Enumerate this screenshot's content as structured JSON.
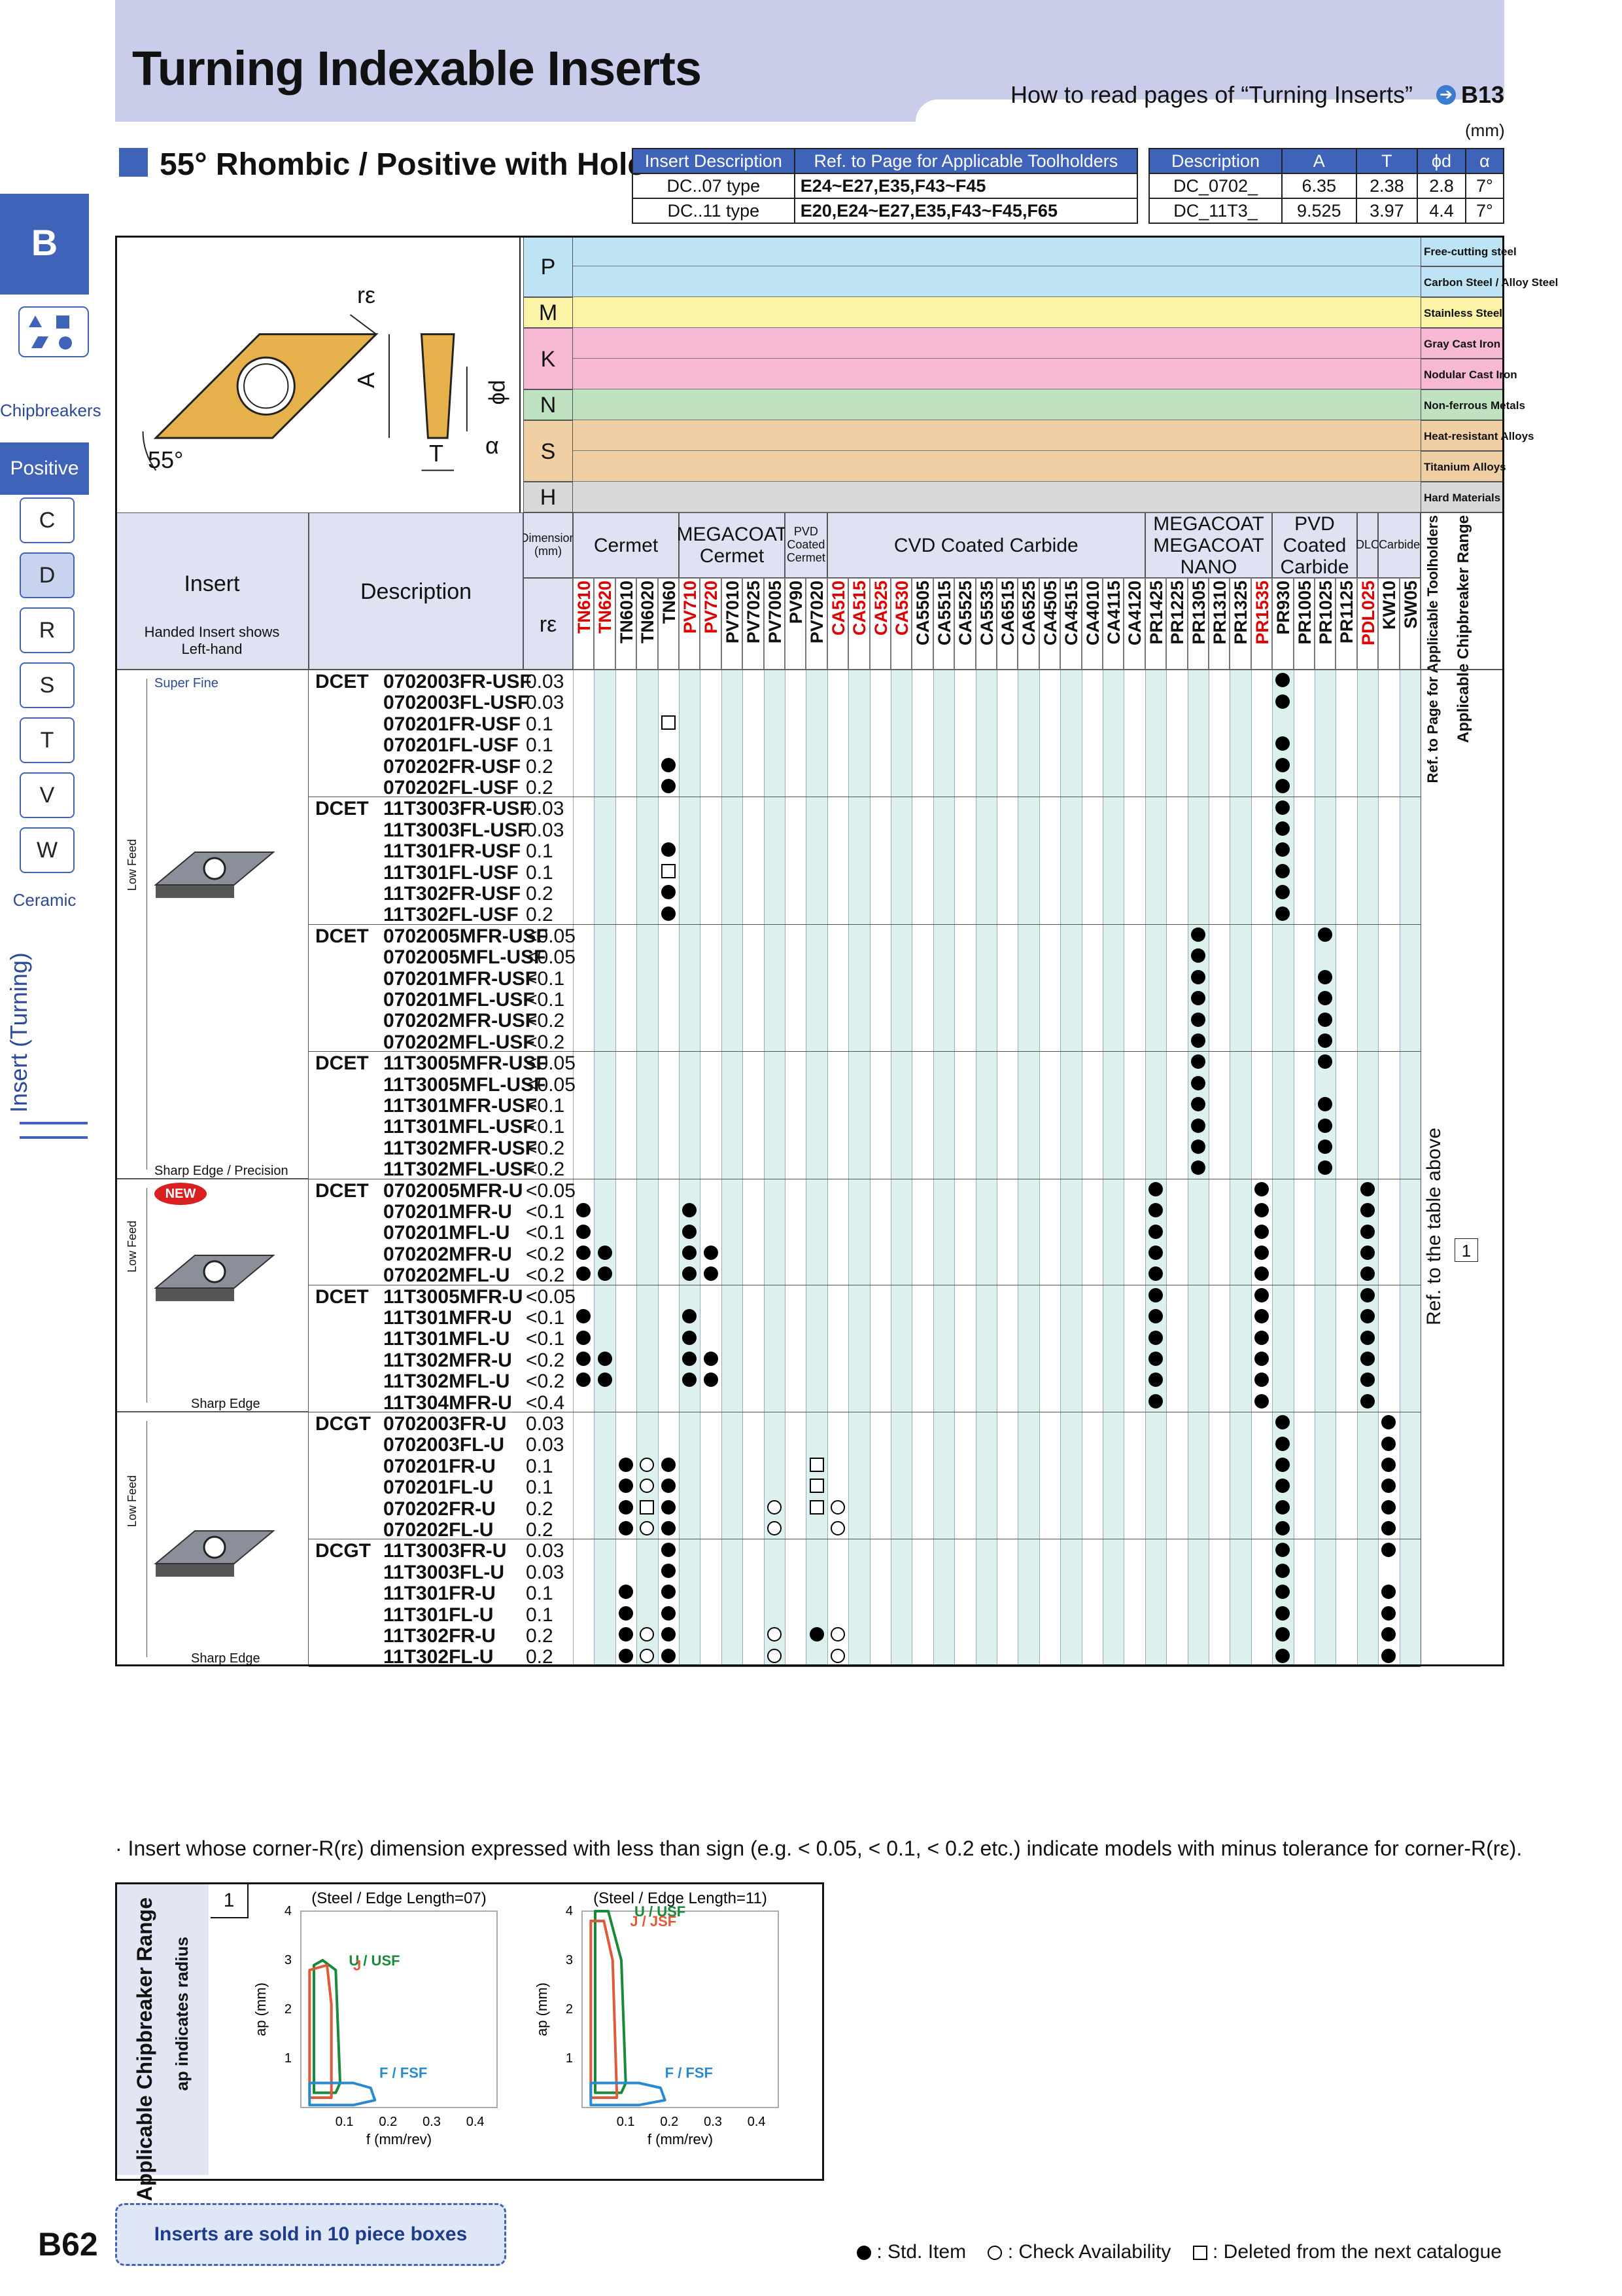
{
  "page": {
    "title": "Turning Indexable Inserts",
    "howto": "How to read pages of “Turning Inserts”",
    "howto_ref": "B13",
    "unit": "(mm)",
    "section_title": "55° Rhombic / Positive with Hole",
    "page_number": "B62",
    "note": "· Insert whose corner-R(rε) dimension expressed with less than sign (e.g. < 0.05, < 0.1, < 0.2 etc.) indicate models with minus tolerance for corner-R(rε).",
    "box_note": "Inserts are sold in 10 piece boxes",
    "legend_std": ": Std. Item",
    "legend_chk": ": Check Availability",
    "legend_del": ": Deleted from the next catalogue"
  },
  "sidebar": {
    "tab": "B",
    "chipbreakers": "Chipbreakers",
    "positive": "Positive",
    "shapes": [
      "C",
      "D",
      "R",
      "S",
      "T",
      "V",
      "W"
    ],
    "ceramic": "Ceramic",
    "vertical": "Insert (Turning)"
  },
  "toolholder_table": {
    "headers": [
      "Insert Description",
      "Ref. to Page for Applicable Toolholders"
    ],
    "rows": [
      {
        "desc": "DC..07 type",
        "ref": "E24~E27,E35,F43~F45"
      },
      {
        "desc": "DC..11 type",
        "ref": "E20,E24~E27,E35,F43~F45,F65"
      }
    ]
  },
  "dim_table": {
    "headers": [
      "Description",
      "A",
      "T",
      "ϕd",
      "α"
    ],
    "rows": [
      [
        "DC_0702_",
        "6.35",
        "2.38",
        "2.8",
        "7°"
      ],
      [
        "DC_11T3_",
        "9.525",
        "3.97",
        "4.4",
        "7°"
      ]
    ]
  },
  "diagram": {
    "angle": "55°",
    "labels": [
      "rε",
      "A",
      "ϕd",
      "T",
      "α"
    ]
  },
  "materials": [
    {
      "code": "P",
      "color": "#bde3f5",
      "rows": [
        "Free-cutting steel",
        "Carbon Steel / Alloy Steel"
      ]
    },
    {
      "code": "M",
      "color": "#fbf4a6",
      "rows": [
        "Stainless Steel"
      ]
    },
    {
      "code": "K",
      "color": "#f6b8d3",
      "rows": [
        "Gray Cast Iron",
        "Nodular Cast Iron"
      ]
    },
    {
      "code": "N",
      "color": "#bfe2c0",
      "rows": [
        "Non-ferrous Metals"
      ]
    },
    {
      "code": "S",
      "color": "#f1cfa4",
      "rows": [
        "Heat-resistant Alloys",
        "Titanium Alloys"
      ]
    },
    {
      "code": "H",
      "color": "#d8d8d8",
      "rows": [
        "Hard Materials"
      ]
    }
  ],
  "groups": [
    {
      "label": "Dimension (mm)",
      "cols": 1
    },
    {
      "label": "Cermet",
      "cols": 5
    },
    {
      "label": "MEGACOAT Cermet",
      "cols": 5
    },
    {
      "label": "PVD Coated Cermet",
      "cols": 2
    },
    {
      "label": "CVD Coated Carbide",
      "cols": 15
    },
    {
      "label": "MEGACOAT MEGACOAT NANO",
      "cols": 6
    },
    {
      "label": "PVD Coated Carbide",
      "cols": 4
    },
    {
      "label": "DLC",
      "cols": 1
    },
    {
      "label": "Carbide",
      "cols": 2
    }
  ],
  "grades": [
    "TN610",
    "TN620",
    "TN6010",
    "TN6020",
    "TN60",
    "PV710",
    "PV720",
    "PV7010",
    "PV7025",
    "PV7005",
    "PV90",
    "PV7020",
    "CA510",
    "CA515",
    "CA525",
    "CA530",
    "CA5505",
    "CA5515",
    "CA5525",
    "CA5535",
    "CA6515",
    "CA6525",
    "CA4505",
    "CA4515",
    "CA4010",
    "CA4115",
    "CA4120",
    "PR1425",
    "PR1225",
    "PR1305",
    "PR1310",
    "PR1325",
    "PR1535",
    "PR930",
    "PR1005",
    "PR1025",
    "PR1125",
    "PDL025",
    "KW10",
    "SW05"
  ],
  "grade_colors": {
    "TN610": "#d00",
    "TN620": "#d00",
    "PV710": "#d00",
    "PV720": "#d00",
    "CA510": "#d00",
    "CA515": "#d00",
    "CA525": "#d00",
    "CA530": "#d00",
    "PR1535": "#d00",
    "PDL025": "#d00"
  },
  "header_cols": {
    "insert": "Insert",
    "handed": "Handed Insert shows Left-hand",
    "description": "Description",
    "re": "rε",
    "ref_page": "Ref. to Page for Applicable Toolholders",
    "chip_range": "Applicable Chipbreaker Range"
  },
  "ref_text": "Ref. to the table above",
  "ref_num": "1",
  "blocks": [
    {
      "label_top": "Super Fine",
      "label_bottom": "",
      "feed": "",
      "rows": [
        {
          "prefix": "DCET",
          "code": "0702003FR-USF",
          "re": "0.03"
        },
        {
          "prefix": "",
          "code": "0702003FL-USF",
          "re": "0.03"
        },
        {
          "prefix": "",
          "code": "070201FR-USF",
          "re": "0.1"
        },
        {
          "prefix": "",
          "code": "070201FL-USF",
          "re": "0.1"
        },
        {
          "prefix": "",
          "code": "070202FR-USF",
          "re": "0.2"
        },
        {
          "prefix": "",
          "code": "070202FL-USF",
          "re": "0.2"
        },
        {
          "prefix": "DCET",
          "code": "11T3003FR-USF",
          "re": "0.03"
        },
        {
          "prefix": "",
          "code": "11T3003FL-USF",
          "re": "0.03"
        },
        {
          "prefix": "",
          "code": "11T301FR-USF",
          "re": "0.1"
        },
        {
          "prefix": "",
          "code": "11T301FL-USF",
          "re": "0.1"
        },
        {
          "prefix": "",
          "code": "11T302FR-USF",
          "re": "0.2"
        },
        {
          "prefix": "",
          "code": "11T302FL-USF",
          "re": "0.2"
        },
        {
          "prefix": "DCET",
          "code": "0702005MFR-USF",
          "re": "<0.05"
        },
        {
          "prefix": "",
          "code": "0702005MFL-USF",
          "re": "<0.05"
        },
        {
          "prefix": "",
          "code": "070201MFR-USF",
          "re": "<0.1"
        },
        {
          "prefix": "",
          "code": "070201MFL-USF",
          "re": "<0.1"
        },
        {
          "prefix": "",
          "code": "070202MFR-USF",
          "re": "<0.2"
        },
        {
          "prefix": "",
          "code": "070202MFL-USF",
          "re": "<0.2"
        },
        {
          "prefix": "DCET",
          "code": "11T3005MFR-USF",
          "re": "<0.05"
        },
        {
          "prefix": "",
          "code": "11T3005MFL-USF",
          "re": "<0.05"
        },
        {
          "prefix": "",
          "code": "11T301MFR-USF",
          "re": "<0.1"
        },
        {
          "prefix": "",
          "code": "11T301MFL-USF",
          "re": "<0.1"
        },
        {
          "prefix": "",
          "code": "11T302MFR-USF",
          "re": "<0.2"
        },
        {
          "prefix": "",
          "code": "11T302MFL-USF",
          "re": "<0.2"
        }
      ]
    },
    {
      "label_top": "NEW",
      "label_bottom": "Sharp Edge",
      "feed": "Low Feed",
      "rows": [
        {
          "prefix": "DCET",
          "code": "0702005MFR-U",
          "re": "<0.05"
        },
        {
          "prefix": "",
          "code": "070201MFR-U",
          "re": "<0.1"
        },
        {
          "prefix": "",
          "code": "070201MFL-U",
          "re": "<0.1"
        },
        {
          "prefix": "",
          "code": "070202MFR-U",
          "re": "<0.2"
        },
        {
          "prefix": "",
          "code": "070202MFL-U",
          "re": "<0.2"
        },
        {
          "prefix": "DCET",
          "code": "11T3005MFR-U",
          "re": "<0.05"
        },
        {
          "prefix": "",
          "code": "11T301MFR-U",
          "re": "<0.1"
        },
        {
          "prefix": "",
          "code": "11T301MFL-U",
          "re": "<0.1"
        },
        {
          "prefix": "",
          "code": "11T302MFR-U",
          "re": "<0.2"
        },
        {
          "prefix": "",
          "code": "11T302MFL-U",
          "re": "<0.2"
        },
        {
          "prefix": "",
          "code": "11T304MFR-U",
          "re": "<0.4"
        }
      ]
    },
    {
      "label_top": "",
      "label_bottom": "Sharp Edge",
      "feed": "Low Feed",
      "rows": [
        {
          "prefix": "DCGT",
          "code": "0702003FR-U",
          "re": "0.03"
        },
        {
          "prefix": "",
          "code": "0702003FL-U",
          "re": "0.03"
        },
        {
          "prefix": "",
          "code": "070201FR-U",
          "re": "0.1"
        },
        {
          "prefix": "",
          "code": "070201FL-U",
          "re": "0.1"
        },
        {
          "prefix": "",
          "code": "070202FR-U",
          "re": "0.2"
        },
        {
          "prefix": "",
          "code": "070202FL-U",
          "re": "0.2"
        },
        {
          "prefix": "DCGT",
          "code": "11T3003FR-U",
          "re": "0.03"
        },
        {
          "prefix": "",
          "code": "11T3003FL-U",
          "re": "0.03"
        },
        {
          "prefix": "",
          "code": "11T301FR-U",
          "re": "0.1"
        },
        {
          "prefix": "",
          "code": "11T301FL-U",
          "re": "0.1"
        },
        {
          "prefix": "",
          "code": "11T302FR-U",
          "re": "0.2"
        },
        {
          "prefix": "",
          "code": "11T302FL-U",
          "re": "0.2"
        }
      ]
    }
  ],
  "block1_labels": {
    "feed": "Low Feed",
    "bottom": "Sharp Edge / Precision"
  },
  "marks": {
    "std": [
      [
        0,
        33
      ],
      [
        1,
        33
      ],
      [
        3,
        33
      ],
      [
        4,
        33
      ],
      [
        5,
        33
      ],
      [
        4,
        4
      ],
      [
        5,
        4
      ],
      [
        6,
        33
      ],
      [
        7,
        33
      ],
      [
        8,
        33
      ],
      [
        9,
        33
      ],
      [
        10,
        33
      ],
      [
        11,
        33
      ],
      [
        8,
        4
      ],
      [
        10,
        4
      ],
      [
        11,
        4
      ],
      [
        12,
        29
      ],
      [
        13,
        29
      ],
      [
        14,
        29
      ],
      [
        15,
        29
      ],
      [
        16,
        29
      ],
      [
        17,
        29
      ],
      [
        12,
        35
      ],
      [
        14,
        35
      ],
      [
        15,
        35
      ],
      [
        16,
        35
      ],
      [
        17,
        35
      ],
      [
        18,
        29
      ],
      [
        19,
        29
      ],
      [
        20,
        29
      ],
      [
        21,
        29
      ],
      [
        22,
        29
      ],
      [
        23,
        29
      ],
      [
        18,
        35
      ],
      [
        20,
        35
      ],
      [
        21,
        35
      ],
      [
        22,
        35
      ],
      [
        23,
        35
      ],
      [
        24,
        27
      ],
      [
        25,
        27
      ],
      [
        26,
        27
      ],
      [
        27,
        27
      ],
      [
        28,
        27
      ],
      [
        24,
        32
      ],
      [
        25,
        32
      ],
      [
        26,
        32
      ],
      [
        27,
        32
      ],
      [
        28,
        32
      ],
      [
        24,
        37
      ],
      [
        25,
        37
      ],
      [
        26,
        37
      ],
      [
        27,
        37
      ],
      [
        28,
        37
      ],
      [
        25,
        0
      ],
      [
        26,
        0
      ],
      [
        27,
        0
      ],
      [
        28,
        0
      ],
      [
        27,
        1
      ],
      [
        28,
        1
      ],
      [
        25,
        5
      ],
      [
        26,
        5
      ],
      [
        27,
        5
      ],
      [
        28,
        5
      ],
      [
        27,
        6
      ],
      [
        28,
        6
      ],
      [
        29,
        27
      ],
      [
        30,
        27
      ],
      [
        31,
        27
      ],
      [
        32,
        27
      ],
      [
        33,
        27
      ],
      [
        34,
        27
      ],
      [
        29,
        32
      ],
      [
        30,
        32
      ],
      [
        31,
        32
      ],
      [
        32,
        32
      ],
      [
        33,
        32
      ],
      [
        34,
        32
      ],
      [
        29,
        37
      ],
      [
        30,
        37
      ],
      [
        31,
        37
      ],
      [
        32,
        37
      ],
      [
        33,
        37
      ],
      [
        34,
        37
      ],
      [
        30,
        0
      ],
      [
        31,
        0
      ],
      [
        32,
        0
      ],
      [
        33,
        0
      ],
      [
        32,
        1
      ],
      [
        33,
        1
      ],
      [
        30,
        5
      ],
      [
        31,
        5
      ],
      [
        32,
        5
      ],
      [
        33,
        5
      ],
      [
        32,
        6
      ],
      [
        33,
        6
      ],
      [
        35,
        33
      ],
      [
        36,
        33
      ],
      [
        37,
        33
      ],
      [
        38,
        33
      ],
      [
        39,
        33
      ],
      [
        40,
        33
      ],
      [
        35,
        38
      ],
      [
        36,
        38
      ],
      [
        37,
        38
      ],
      [
        38,
        38
      ],
      [
        39,
        38
      ],
      [
        40,
        38
      ],
      [
        37,
        2
      ],
      [
        38,
        2
      ],
      [
        39,
        2
      ],
      [
        40,
        2
      ],
      [
        37,
        4
      ],
      [
        38,
        4
      ],
      [
        39,
        4
      ],
      [
        40,
        4
      ],
      [
        41,
        33
      ],
      [
        42,
        33
      ],
      [
        43,
        33
      ],
      [
        44,
        33
      ],
      [
        45,
        33
      ],
      [
        46,
        33
      ],
      [
        41,
        38
      ],
      [
        43,
        38
      ],
      [
        44,
        38
      ],
      [
        45,
        38
      ],
      [
        46,
        38
      ],
      [
        41,
        4
      ],
      [
        42,
        4
      ],
      [
        43,
        4
      ],
      [
        44,
        4
      ],
      [
        45,
        4
      ],
      [
        46,
        4
      ],
      [
        43,
        2
      ],
      [
        44,
        2
      ],
      [
        45,
        2
      ],
      [
        46,
        2
      ],
      [
        45,
        11
      ]
    ],
    "chk": [
      [
        37,
        3
      ],
      [
        38,
        3
      ],
      [
        39,
        3
      ],
      [
        40,
        3
      ],
      [
        39,
        9
      ],
      [
        40,
        9
      ],
      [
        39,
        12
      ],
      [
        40,
        12
      ],
      [
        45,
        3
      ],
      [
        46,
        3
      ],
      [
        45,
        9
      ],
      [
        46,
        9
      ],
      [
        45,
        12
      ],
      [
        46,
        12
      ]
    ],
    "del": [
      [
        2,
        4
      ],
      [
        9,
        4
      ],
      [
        39,
        3
      ],
      [
        37,
        11
      ],
      [
        38,
        11
      ],
      [
        39,
        11
      ]
    ]
  },
  "charts": [
    {
      "title": "(Steel / Edge Length=07)",
      "ylabel": "ap (mm)",
      "xlabel": "f (mm/rev)",
      "xticks": [
        "0.1",
        "0.2",
        "0.3",
        "0.4"
      ],
      "yticks": [
        "1",
        "2",
        "3",
        "4"
      ],
      "xlim": [
        0,
        0.45
      ],
      "ylim": [
        0,
        4
      ],
      "series": [
        {
          "name": "U / USF",
          "color": "#1a8a3a",
          "points": [
            [
              0.03,
              0.3
            ],
            [
              0.03,
              2.9
            ],
            [
              0.05,
              3.0
            ],
            [
              0.08,
              2.8
            ],
            [
              0.09,
              0.5
            ],
            [
              0.08,
              0.3
            ]
          ]
        },
        {
          "name": "J",
          "color": "#e05a3a",
          "points": [
            [
              0.02,
              0.2
            ],
            [
              0.02,
              2.8
            ],
            [
              0.06,
              2.9
            ],
            [
              0.07,
              2.1
            ],
            [
              0.07,
              0.2
            ]
          ]
        },
        {
          "name": "F / FSF",
          "color": "#2a8ad0",
          "points": [
            [
              0.02,
              0.05
            ],
            [
              0.02,
              0.5
            ],
            [
              0.12,
              0.5
            ],
            [
              0.16,
              0.4
            ],
            [
              0.17,
              0.15
            ],
            [
              0.12,
              0.05
            ]
          ]
        }
      ]
    },
    {
      "title": "(Steel / Edge Length=11)",
      "ylabel": "ap (mm)",
      "xlabel": "f (mm/rev)",
      "xticks": [
        "0.1",
        "0.2",
        "0.3",
        "0.4"
      ],
      "yticks": [
        "1",
        "2",
        "3",
        "4"
      ],
      "xlim": [
        0,
        0.45
      ],
      "ylim": [
        0,
        4
      ],
      "series": [
        {
          "name": "U / USF",
          "color": "#1a8a3a",
          "points": [
            [
              0.03,
              0.3
            ],
            [
              0.03,
              4.0
            ],
            [
              0.06,
              4.0
            ],
            [
              0.09,
              3.0
            ],
            [
              0.1,
              0.5
            ],
            [
              0.09,
              0.3
            ]
          ]
        },
        {
          "name": "J / JSF",
          "color": "#e05a3a",
          "points": [
            [
              0.02,
              0.2
            ],
            [
              0.02,
              3.8
            ],
            [
              0.05,
              3.8
            ],
            [
              0.07,
              3.0
            ],
            [
              0.08,
              0.2
            ]
          ]
        },
        {
          "name": "F / FSF",
          "color": "#2a8ad0",
          "points": [
            [
              0.02,
              0.05
            ],
            [
              0.02,
              0.5
            ],
            [
              0.13,
              0.5
            ],
            [
              0.18,
              0.4
            ],
            [
              0.19,
              0.15
            ],
            [
              0.13,
              0.05
            ]
          ]
        }
      ]
    }
  ],
  "chart_side": {
    "title": "Applicable Chipbreaker Range",
    "sub": "ap indicates radius",
    "num": "1"
  }
}
